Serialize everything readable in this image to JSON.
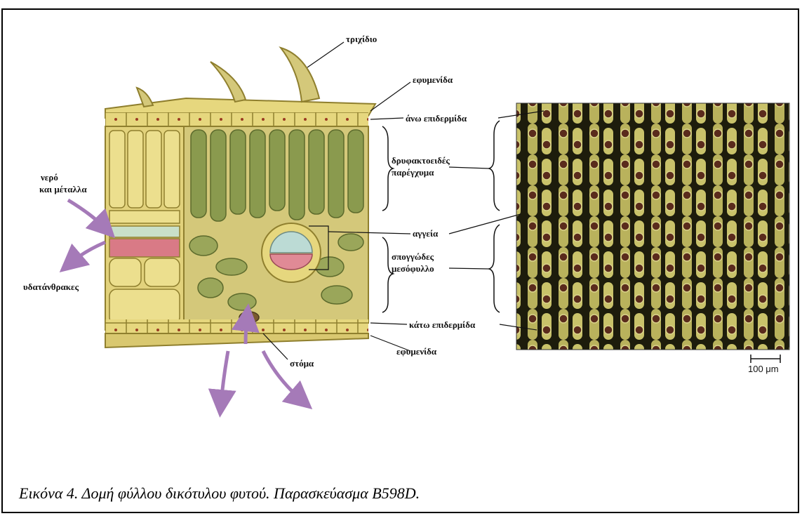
{
  "labels": {
    "trichome": "τριχίδιο",
    "cuticle_top": "εφυμενίδα",
    "upper_epidermis": "άνω επιδερμίδα",
    "palisade_line1": "δρυφακτοειδές",
    "palisade_line2": "παρέγχυμα",
    "water_line1": "νερό",
    "water_line2": "και μέταλλα",
    "vessels": "αγγεία",
    "spongy_line1": "σπογγώδες",
    "spongy_line2": "μεσόφυλλο",
    "carbohydrates": "υδατάνθρακες",
    "lower_epidermis": "κάτω επιδερμίδα",
    "stoma": "στόμα",
    "cuticle_bottom": "εφυμενίδα"
  },
  "scale_bar": "100 μm",
  "caption": "Εικόνα 4. Δομή φύλλου δικότυλου φυτού. Παρασκεύασμα B598D.",
  "colors": {
    "cell_fill": "#e6d77e",
    "cell_outline": "#8f7f2e",
    "palisade": "#8a9a4e",
    "arrow": "#a57ab8",
    "micrograph_bg": "#1d1c0c",
    "micrograph_cell": "#c9c26a",
    "chloroplast": "#5a2b1c"
  }
}
